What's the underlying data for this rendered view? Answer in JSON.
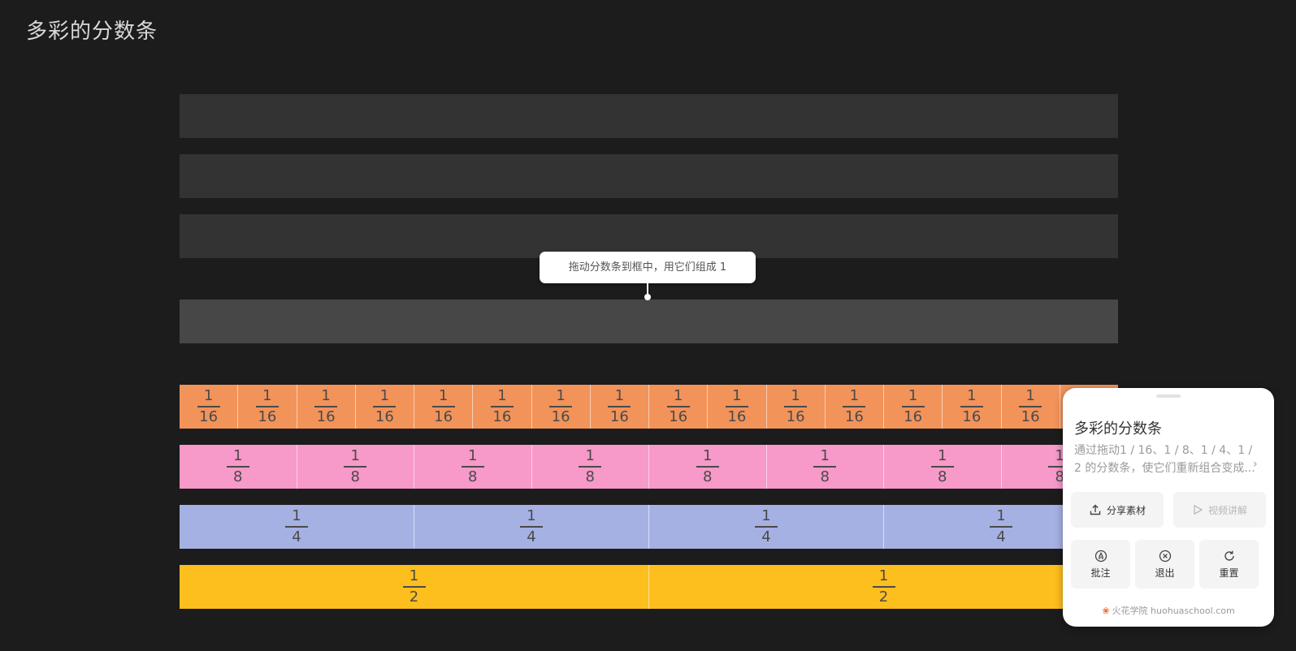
{
  "header": {
    "title": "多彩的分数条"
  },
  "tooltip": {
    "text": "拖动分数条到框中，用它们组成 1"
  },
  "colors": {
    "sixteenth": "#f2935a",
    "eighth": "#f799c9",
    "quarter": "#a6b1e3",
    "half": "#fdbf1d",
    "slot": "#333333",
    "slot_active": "#474747"
  },
  "bars": [
    {
      "name": "sixteenths",
      "count": 16,
      "numerator": "1",
      "denominator": "16",
      "color": "#f2935a"
    },
    {
      "name": "eighths",
      "count": 8,
      "numerator": "1",
      "denominator": "8",
      "color": "#f799c9"
    },
    {
      "name": "quarters",
      "count": 4,
      "numerator": "1",
      "denominator": "4",
      "color": "#a6b1e3"
    },
    {
      "name": "halves",
      "count": 2,
      "numerator": "1",
      "denominator": "2",
      "color": "#fdbf1d"
    }
  ],
  "panel": {
    "title": "多彩的分数条",
    "description": "通过拖动1 / 16、1 / 8、1 / 4、1 / 2 的分数条，使它们重新组合变成...",
    "more_icon": "chevron-right-icon",
    "share_label": "分享素材",
    "video_label": "视频讲解",
    "annotate_label": "批注",
    "exit_label": "退出",
    "reset_label": "重置",
    "brand_text": "火花学院 huohuaschool.com"
  }
}
